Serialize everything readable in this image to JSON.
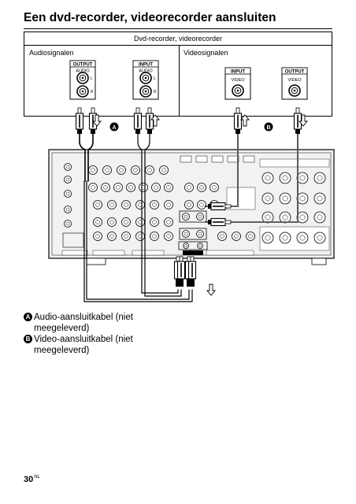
{
  "page": {
    "title": "Een dvd-recorder, videorecorder aansluiten",
    "page_number": "30",
    "page_lang": "NL"
  },
  "device_panel": {
    "header": "Dvd-recorder, videorecorder",
    "audio_section_label": "Audiosignalen",
    "video_section_label": "Videosignalen",
    "audio_output_box": {
      "title": "OUTPUT",
      "subtitle": "AUDIO",
      "jack_l": "L",
      "jack_r": "R"
    },
    "audio_input_box": {
      "title": "INPUT",
      "subtitle": "AUDIO",
      "jack_l": "L",
      "jack_r": "R"
    },
    "video_input_box": {
      "title": "INPUT",
      "subtitle": "VIDEO"
    },
    "video_output_box": {
      "title": "OUTPUT",
      "subtitle": "VIDEO"
    }
  },
  "markers": {
    "a": "A",
    "b": "B"
  },
  "legend": [
    {
      "marker": "A",
      "text": "Audio-aansluitkabel (niet meegeleverd)"
    },
    {
      "marker": "B",
      "text": "Video-aansluitkabel (niet meegeleverd)"
    }
  ],
  "colors": {
    "ink": "#000000",
    "receiver_fill": "#f2f2f2",
    "jack_fill": "#ffffff"
  }
}
